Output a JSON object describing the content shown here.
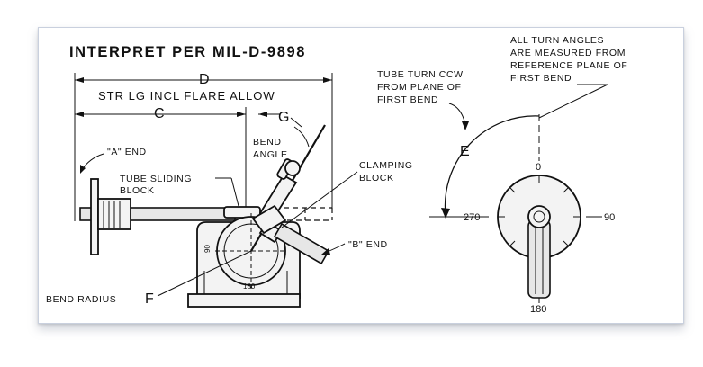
{
  "title": "INTERPRET PER MIL-D-9898",
  "dims": {
    "d": "D",
    "str_lg": "STR LG INCL FLARE ALLOW",
    "c": "C",
    "g": "G"
  },
  "left_view": {
    "a_end": "\"A\" END",
    "bend_angle_1": "BEND",
    "bend_angle_2": "ANGLE",
    "tube_sliding_1": "TUBE SLIDING",
    "tube_sliding_2": "BLOCK",
    "clamping_1": "CLAMPING",
    "clamping_2": "BLOCK",
    "b_end": "\"B\" END",
    "bend_radius": "BEND RADIUS",
    "f": "F",
    "deg_90": "90",
    "deg_180": "180"
  },
  "right_view": {
    "note_1": "ALL TURN ANGLES",
    "note_2": "ARE MEASURED FROM",
    "note_3": "REFERENCE PLANE OF",
    "note_4": "FIRST BEND",
    "ccw_1": "TUBE TURN CCW",
    "ccw_2": "FROM PLANE OF",
    "ccw_3": "FIRST BEND",
    "e": "E",
    "deg_0": "0",
    "deg_90": "90",
    "deg_180": "180",
    "deg_270": "270"
  }
}
